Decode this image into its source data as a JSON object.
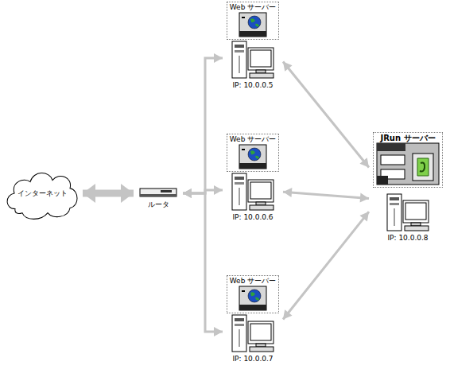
{
  "diagram": {
    "nodes": [
      {
        "text": [
          "インターネット"
        ]
      },
      {
        "text": [
          "ルータ"
        ]
      },
      {
        "text": [
          "Web サーバー",
          "IP: 10.0.0.5"
        ]
      },
      {
        "text": [
          "Web サーバー",
          "IP: 10.0.0.6"
        ]
      },
      {
        "text": [
          "Web サーバー",
          "IP: 10.0.0.7"
        ]
      },
      {
        "text": [
          "JRun サーバー",
          "IP: 10.0.0.8"
        ]
      }
    ],
    "edges": [
      {
        "from": 0,
        "to": 1,
        "arrow": "both"
      },
      {
        "from": 1,
        "to": 2,
        "arrow": "both"
      },
      {
        "from": 1,
        "to": 3,
        "arrow": "both"
      },
      {
        "from": 1,
        "to": 4,
        "arrow": "both"
      },
      {
        "from": 2,
        "to": 5,
        "arrow": "both"
      },
      {
        "from": 3,
        "to": 5,
        "arrow": "both"
      },
      {
        "from": 4,
        "to": 5,
        "arrow": "both"
      }
    ]
  }
}
